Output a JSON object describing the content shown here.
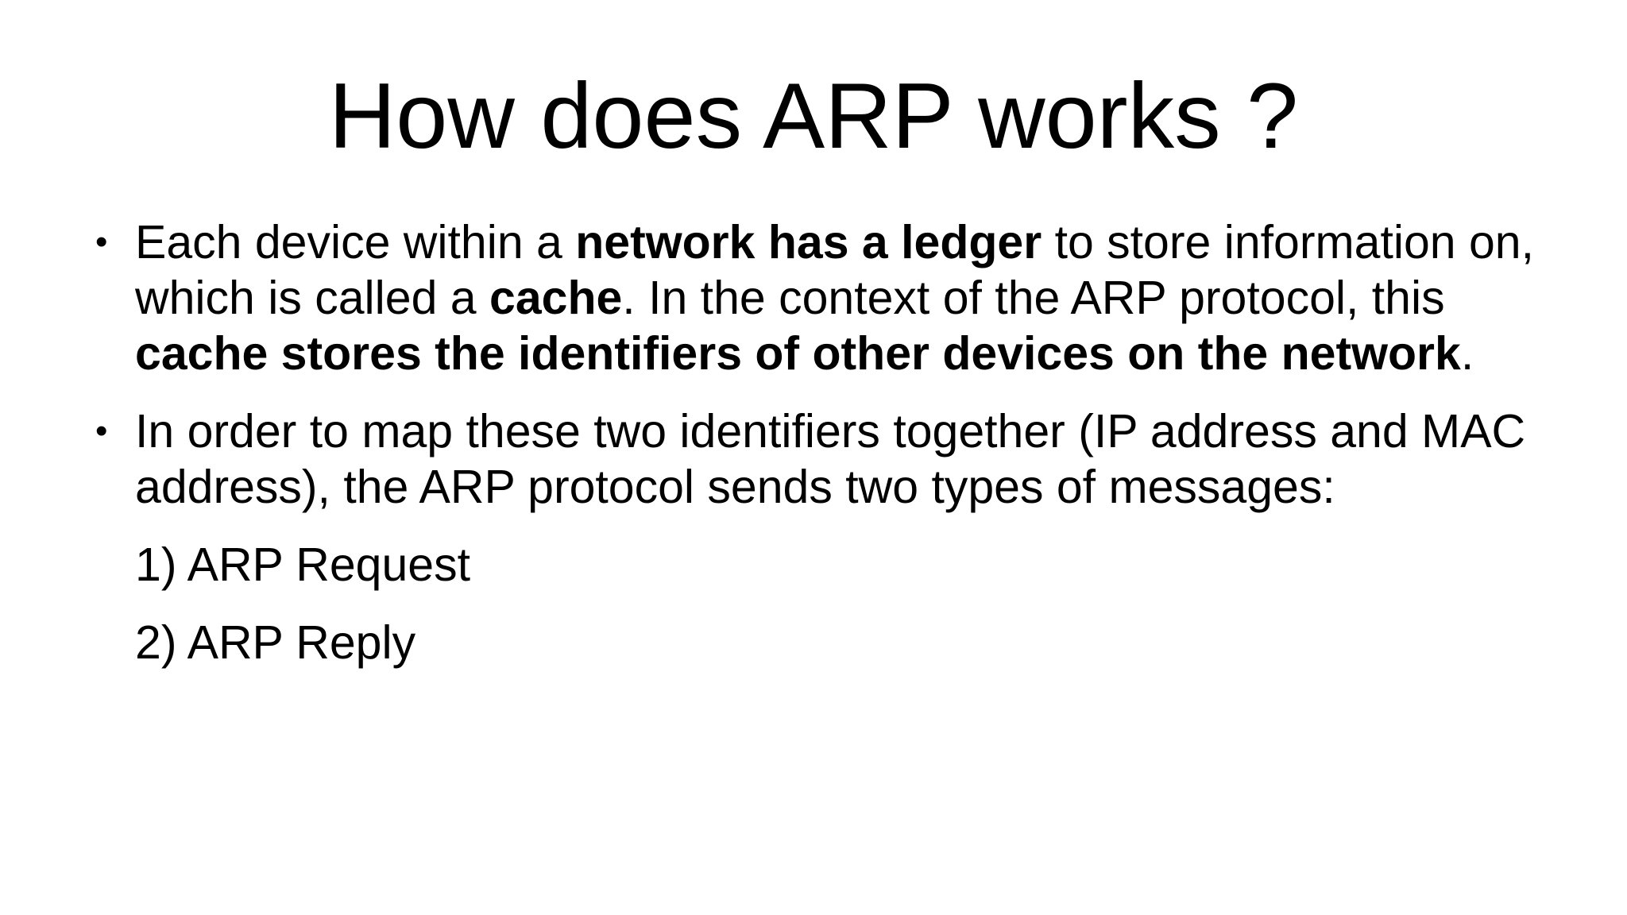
{
  "title": "How does ARP works ?",
  "bullets": [
    {
      "marker": "•",
      "segments": [
        "Each device within a ",
        "network has a ledger",
        " to store information on, which is called a ",
        "cache",
        ". In the context of the ARP protocol, this ",
        "cache stores the identifiers of other devices on the network",
        "."
      ]
    },
    {
      "marker": "•",
      "text": "In order to map these two identifiers together (IP address and MAC address), the ARP protocol sends two types of messages:"
    }
  ],
  "message_types": [
    "1) ARP Request",
    "2) ARP Reply"
  ]
}
